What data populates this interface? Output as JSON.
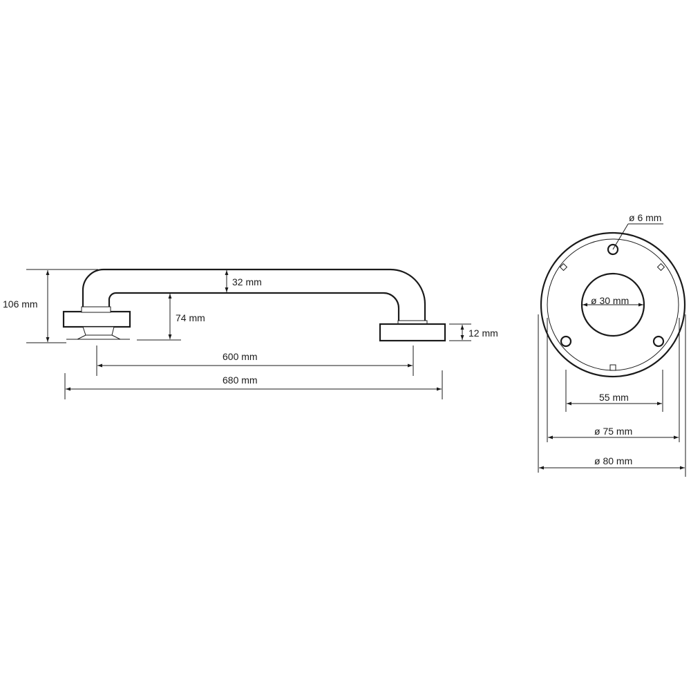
{
  "side_view": {
    "height_label": "106 mm",
    "tube_label": "32 mm",
    "clearance_label": "74 mm",
    "flange_label": "12 mm",
    "centers_label": "600 mm",
    "total_label": "680 mm"
  },
  "flange_view": {
    "hole_label": "ø 6 mm",
    "tube_label": "ø 30 mm",
    "holes_spacing_label": "55 mm",
    "inner_label": "ø 75 mm",
    "outer_label": "ø 80 mm"
  }
}
